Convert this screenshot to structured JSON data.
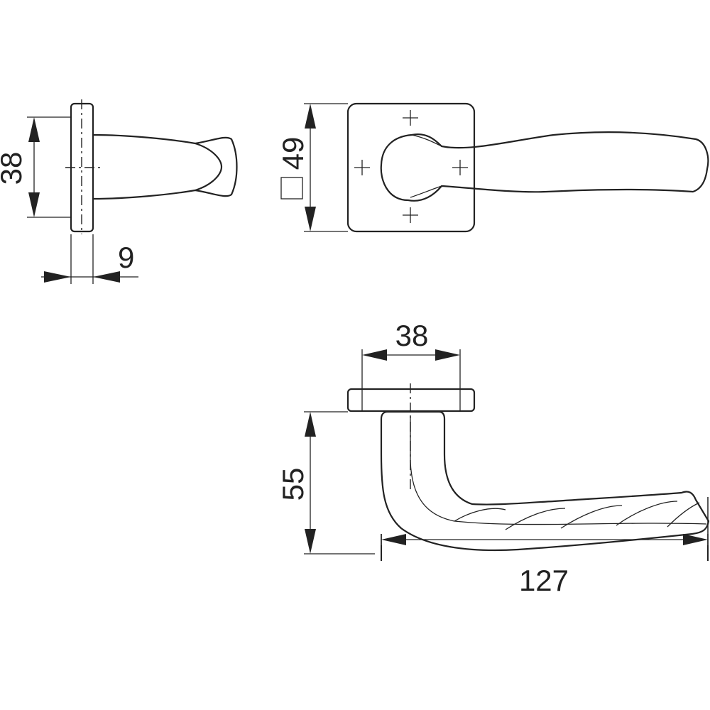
{
  "drawing": {
    "side_view": {
      "height_label": "38",
      "thickness_label": "9"
    },
    "front_view": {
      "rose_size_label": "49",
      "rose_shape": "square",
      "fixing_marks": 4
    },
    "top_view": {
      "rose_label": "38",
      "projection_label": "55",
      "length_label": "127"
    }
  }
}
